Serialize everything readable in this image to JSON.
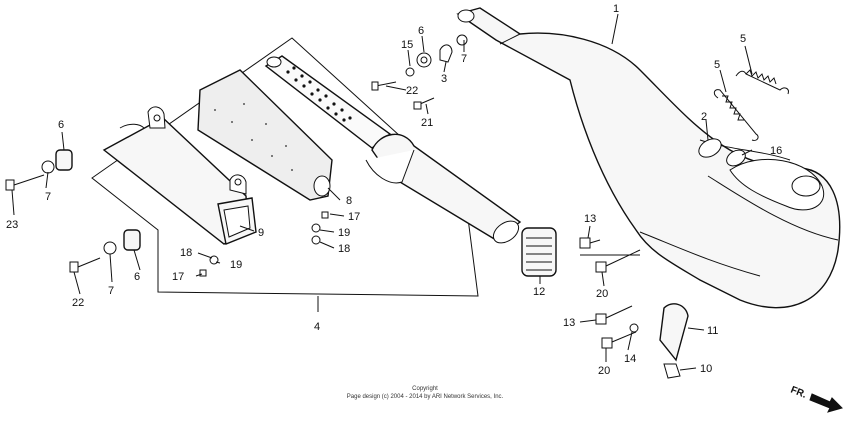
{
  "callouts": {
    "c1": "1",
    "c3": "3",
    "c4": "4",
    "c5a": "5",
    "c5b": "5",
    "c6a": "6",
    "c6b": "6",
    "c6c": "6",
    "c7a": "7",
    "c7b": "7",
    "c7c": "7",
    "c8": "8",
    "c9": "9",
    "c10": "10",
    "c11": "11",
    "c12": "12",
    "c13a": "13",
    "c13b": "13",
    "c14": "14",
    "c15": "15",
    "c16": "16",
    "c17a": "17",
    "c17b": "17",
    "c18a": "18",
    "c18b": "18",
    "c19a": "19",
    "c19b": "19",
    "c20a": "20",
    "c20b": "20",
    "c21": "21",
    "c22a": "22",
    "c22b": "22",
    "c23": "23"
  },
  "copyright": {
    "line1": "Copyright",
    "line2": "Page design (c) 2004 - 2014 by ARI Network Services, Inc."
  },
  "direction": {
    "label": "FR."
  }
}
